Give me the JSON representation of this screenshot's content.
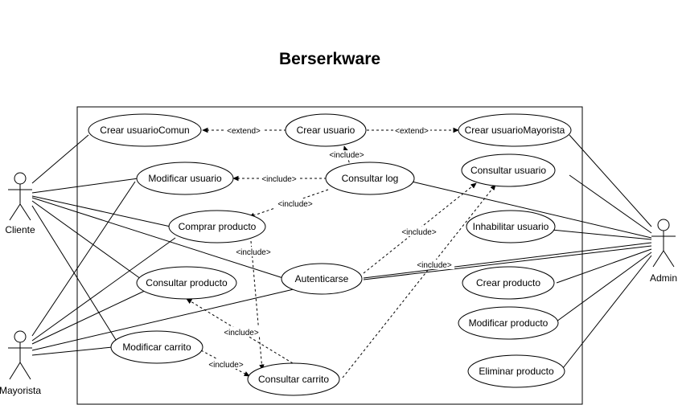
{
  "title": "Berserkware",
  "actors": {
    "cliente": "Cliente",
    "mayorista": "Mayorista",
    "admin": "Admin"
  },
  "use_cases": {
    "crear_usuario_comun": "Crear usuarioComun",
    "crear_usuario": "Crear usuario",
    "crear_usuario_mayorista": "Crear usuarioMayorista",
    "modificar_usuario": "Modificar usuario",
    "consultar_log": "Consultar log",
    "consultar_usuario": "Consultar usuario",
    "comprar_producto": "Comprar producto",
    "inhabilitar_usuario": "Inhabilitar usuario",
    "consultar_producto": "Consultar producto",
    "autenticarse": "Autenticarse",
    "crear_producto": "Crear producto",
    "modificar_producto": "Modificar producto",
    "modificar_carrito": "Modificar carrito",
    "consultar_carrito": "Consultar carrito",
    "eliminar_producto": "Eliminar producto"
  },
  "relations": {
    "extend_comun": "<extend>",
    "extend_mayorista": "<extend>",
    "include_log_crear": "<include>",
    "include_log_modificar": "<include>",
    "include_log_comprar": "<include>",
    "include_auth_consultar_usuario": "<include>",
    "include_comprar_carrito": "<include>",
    "include_carrito_consultar_usuario": "<include>",
    "include_carrito_producto": "<include>",
    "include_modificar_carrito": "<include>"
  }
}
